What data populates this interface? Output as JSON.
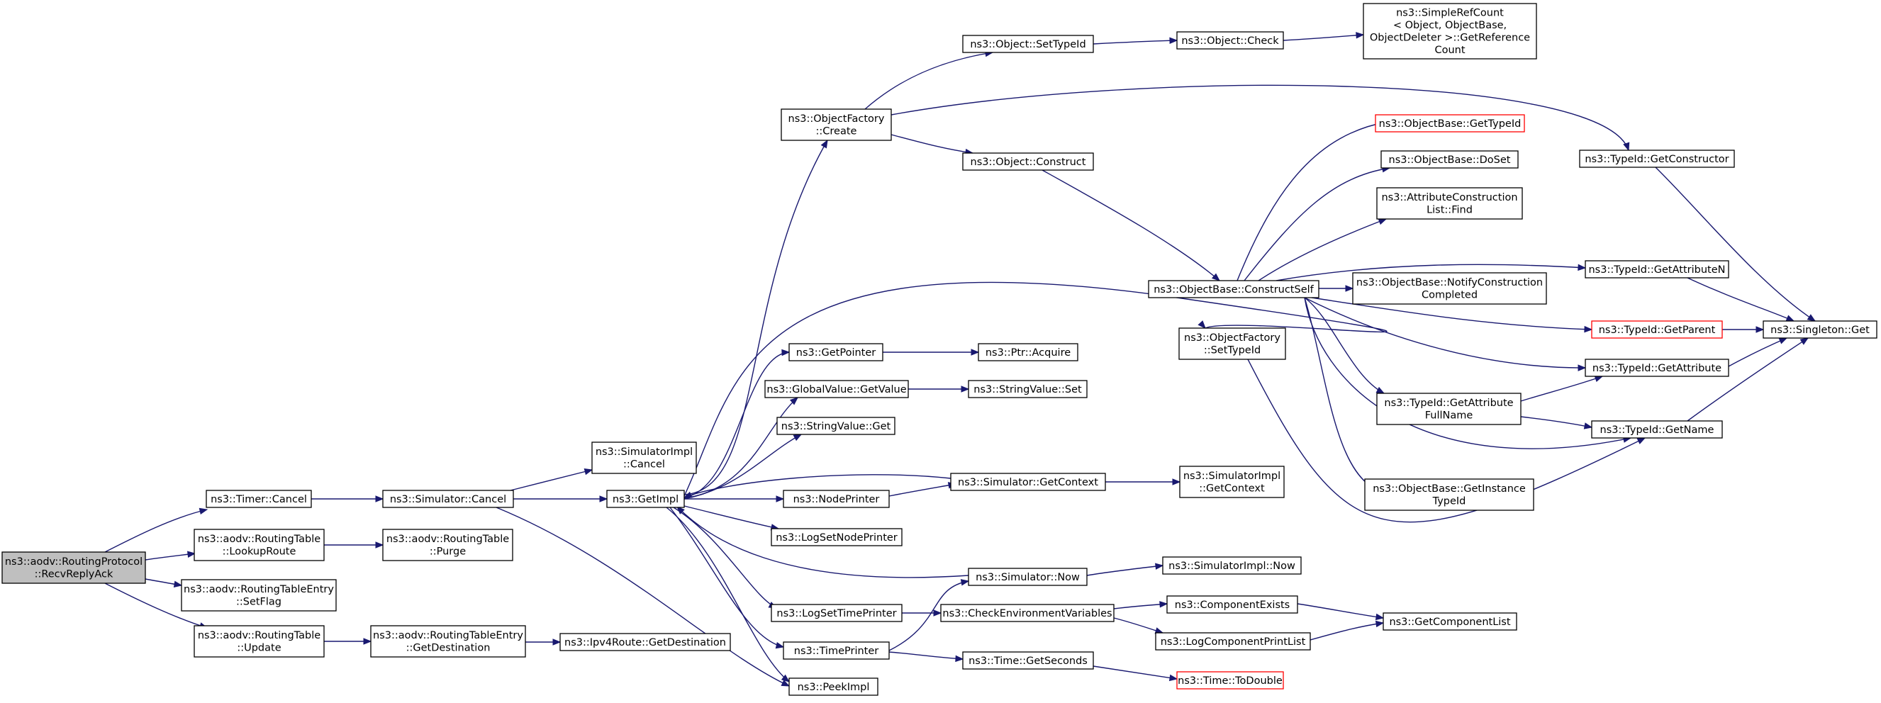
{
  "graph": {
    "edge_color": "#191970",
    "root_fill": "#bfbfbf",
    "truncated_border": "#ff0000",
    "nodes": [
      {
        "id": "recv",
        "lines": [
          "ns3::aodv::RoutingProtocol",
          "::RecvReplyAck"
        ],
        "root": true
      },
      {
        "id": "timercancel",
        "lines": [
          "ns3::Timer::Cancel"
        ]
      },
      {
        "id": "lookup",
        "lines": [
          "ns3::aodv::RoutingTable",
          "::LookupRoute"
        ]
      },
      {
        "id": "setflag",
        "lines": [
          "ns3::aodv::RoutingTableEntry",
          "::SetFlag"
        ]
      },
      {
        "id": "rtupdate",
        "lines": [
          "ns3::aodv::RoutingTable",
          "::Update"
        ]
      },
      {
        "id": "simcancel",
        "lines": [
          "ns3::Simulator::Cancel"
        ]
      },
      {
        "id": "purge",
        "lines": [
          "ns3::aodv::RoutingTable",
          "::Purge"
        ]
      },
      {
        "id": "getdest",
        "lines": [
          "ns3::aodv::RoutingTableEntry",
          "::GetDestination"
        ]
      },
      {
        "id": "ipv4dest",
        "lines": [
          "ns3::Ipv4Route::GetDestination"
        ]
      },
      {
        "id": "simimplcancel",
        "lines": [
          "ns3::SimulatorImpl",
          "::Cancel"
        ]
      },
      {
        "id": "getimpl",
        "lines": [
          "ns3::GetImpl"
        ]
      },
      {
        "id": "peekimpl",
        "lines": [
          "ns3::PeekImpl"
        ]
      },
      {
        "id": "ofcreate",
        "lines": [
          "ns3::ObjectFactory",
          "::Create"
        ]
      },
      {
        "id": "getpointer",
        "lines": [
          "ns3::GetPointer"
        ]
      },
      {
        "id": "gvgetvalue",
        "lines": [
          "ns3::GlobalValue::GetValue"
        ]
      },
      {
        "id": "svget",
        "lines": [
          "ns3::StringValue::Get"
        ]
      },
      {
        "id": "nodeprinter",
        "lines": [
          "ns3::NodePrinter"
        ]
      },
      {
        "id": "logsetnode",
        "lines": [
          "ns3::LogSetNodePrinter"
        ]
      },
      {
        "id": "logsettime",
        "lines": [
          "ns3::LogSetTimePrinter"
        ]
      },
      {
        "id": "timeprinter",
        "lines": [
          "ns3::TimePrinter"
        ]
      },
      {
        "id": "objsettypeid",
        "lines": [
          "ns3::Object::SetTypeId"
        ]
      },
      {
        "id": "objconstruct",
        "lines": [
          "ns3::Object::Construct"
        ]
      },
      {
        "id": "ptracquire",
        "lines": [
          "ns3::Ptr::Acquire"
        ]
      },
      {
        "id": "svset",
        "lines": [
          "ns3::StringValue::Set"
        ]
      },
      {
        "id": "simgetctx",
        "lines": [
          "ns3::Simulator::GetContext"
        ]
      },
      {
        "id": "simnow",
        "lines": [
          "ns3::Simulator::Now"
        ]
      },
      {
        "id": "checkenv",
        "lines": [
          "ns3::CheckEnvironmentVariables"
        ]
      },
      {
        "id": "timegetsec",
        "lines": [
          "ns3::Time::GetSeconds"
        ]
      },
      {
        "id": "objcheck",
        "lines": [
          "ns3::Object::Check"
        ]
      },
      {
        "id": "ofsettypeid",
        "lines": [
          "ns3::ObjectFactory",
          "::SetTypeId"
        ]
      },
      {
        "id": "obconstructself",
        "lines": [
          "ns3::ObjectBase::ConstructSelf"
        ]
      },
      {
        "id": "simimplgetctx",
        "lines": [
          "ns3::SimulatorImpl",
          "::GetContext"
        ]
      },
      {
        "id": "simimplnow",
        "lines": [
          "ns3::SimulatorImpl::Now"
        ]
      },
      {
        "id": "compexists",
        "lines": [
          "ns3::ComponentExists"
        ]
      },
      {
        "id": "logcompprint",
        "lines": [
          "ns3::LogComponentPrintList"
        ]
      },
      {
        "id": "timetodouble",
        "lines": [
          "ns3::Time::ToDouble"
        ],
        "truncated": true
      },
      {
        "id": "simplerefcount",
        "lines": [
          "ns3::SimpleRefCount",
          "< Object, ObjectBase,",
          " ObjectDeleter >::GetReference",
          "Count"
        ]
      },
      {
        "id": "obgettypeid",
        "lines": [
          "ns3::ObjectBase::GetTypeId"
        ],
        "truncated": true
      },
      {
        "id": "obdoset",
        "lines": [
          "ns3::ObjectBase::DoSet"
        ]
      },
      {
        "id": "acfind",
        "lines": [
          "ns3::AttributeConstruction",
          "List::Find"
        ]
      },
      {
        "id": "obnotify",
        "lines": [
          "ns3::ObjectBase::NotifyConstruction",
          "Completed"
        ]
      },
      {
        "id": "tidattrfull",
        "lines": [
          "ns3::TypeId::GetAttribute",
          "FullName"
        ]
      },
      {
        "id": "obgetinst",
        "lines": [
          "ns3::ObjectBase::GetInstance",
          "TypeId"
        ]
      },
      {
        "id": "getcomplist",
        "lines": [
          "ns3::GetComponentList"
        ]
      },
      {
        "id": "tidgetctor",
        "lines": [
          "ns3::TypeId::GetConstructor"
        ]
      },
      {
        "id": "tidgetattrn",
        "lines": [
          "ns3::TypeId::GetAttributeN"
        ]
      },
      {
        "id": "tidgetparent",
        "lines": [
          "ns3::TypeId::GetParent"
        ],
        "truncated": true
      },
      {
        "id": "tidgetattr",
        "lines": [
          "ns3::TypeId::GetAttribute"
        ]
      },
      {
        "id": "tidgetname",
        "lines": [
          "ns3::TypeId::GetName"
        ]
      },
      {
        "id": "singleton",
        "lines": [
          "ns3::Singleton::Get"
        ]
      }
    ]
  }
}
